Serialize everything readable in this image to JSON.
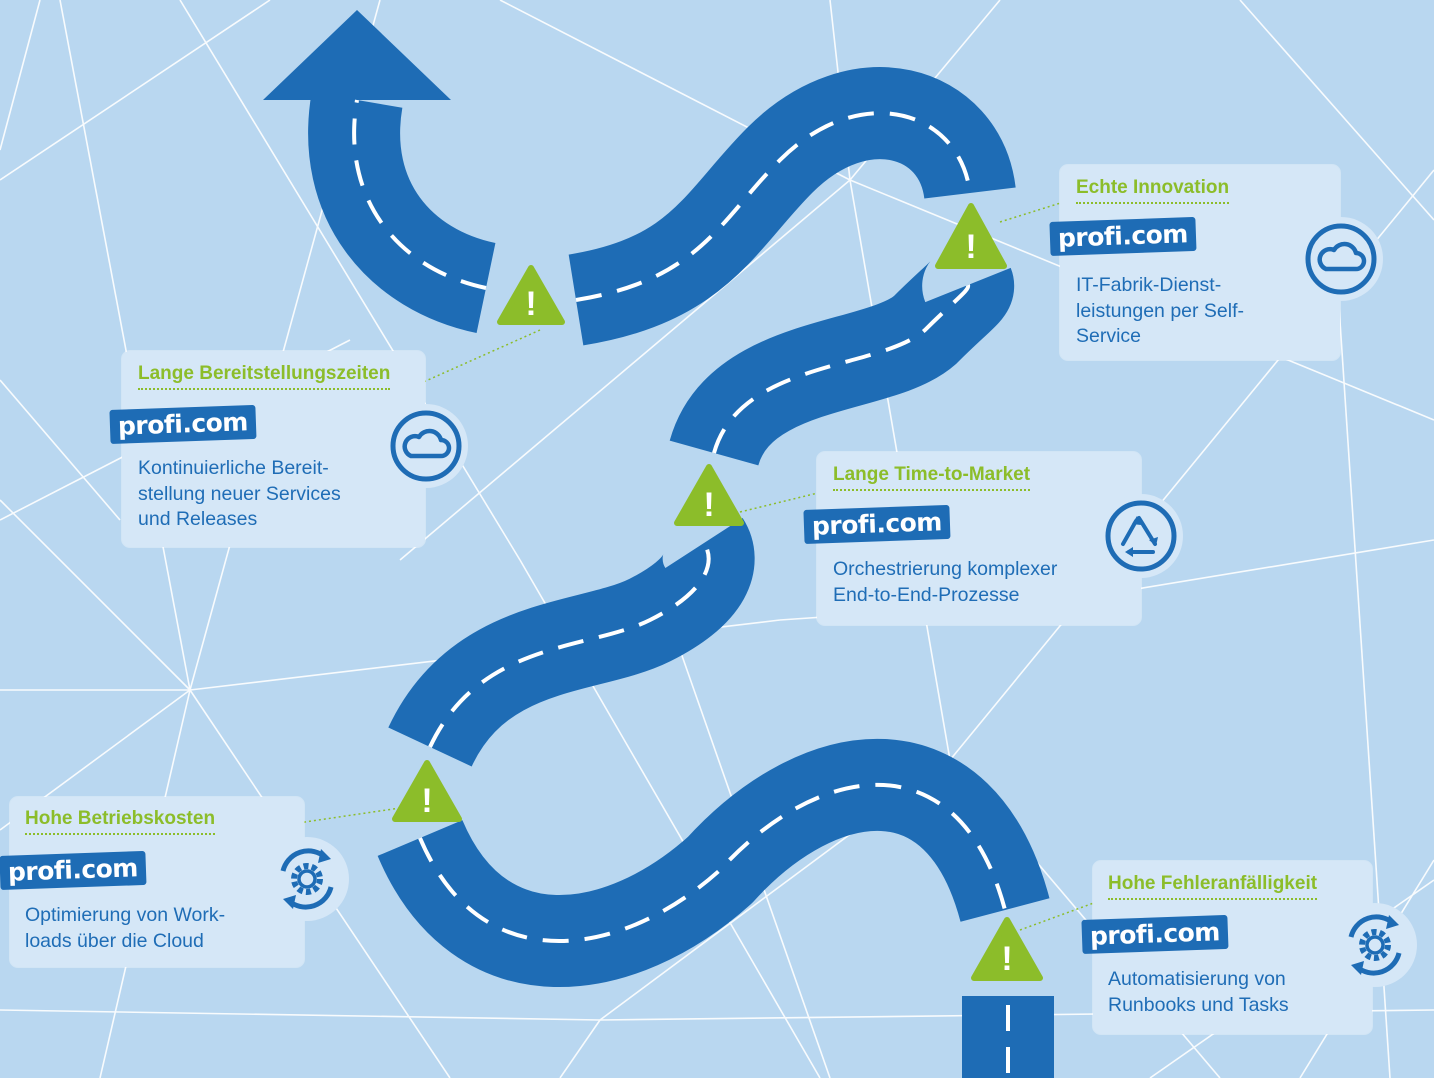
{
  "brand": "profi.com",
  "colors": {
    "background": "#b9d7f0",
    "road": "#1e6cb5",
    "warning": "#8cbd2a",
    "card": "#d5e7f7",
    "text_blue": "#1f6db6",
    "title_green": "#8cbd2a"
  },
  "cards": [
    {
      "id": "echte-innovation",
      "title": "Echte Innovation",
      "text": "IT-Fabrik-Dienst-\nleistungen per Self-\nService",
      "icon": "cloud-icon"
    },
    {
      "id": "lange-bereitstellungszeiten",
      "title": "Lange Bereitstellungszeiten",
      "text": "Kontinuierliche Bereit-\nstellung neuer Services\nund Releases",
      "icon": "cloud-icon"
    },
    {
      "id": "lange-time-to-market",
      "title": "Lange Time-to-Market",
      "text": "Orchestrierung komplexer\nEnd-to-End-Prozesse",
      "icon": "cycle-arrows-icon"
    },
    {
      "id": "hohe-betriebskosten",
      "title": "Hohe Betriebskosten",
      "text": "Optimierung von Work-\nloads über die Cloud",
      "icon": "gear-cycle-icon"
    },
    {
      "id": "hohe-fehleranfaelligkeit",
      "title": "Hohe Fehleranfälligkeit",
      "text": "Automatisierung von\nRunbooks und Tasks",
      "icon": "gear-cycle-icon"
    }
  ],
  "warning_symbol": "!"
}
